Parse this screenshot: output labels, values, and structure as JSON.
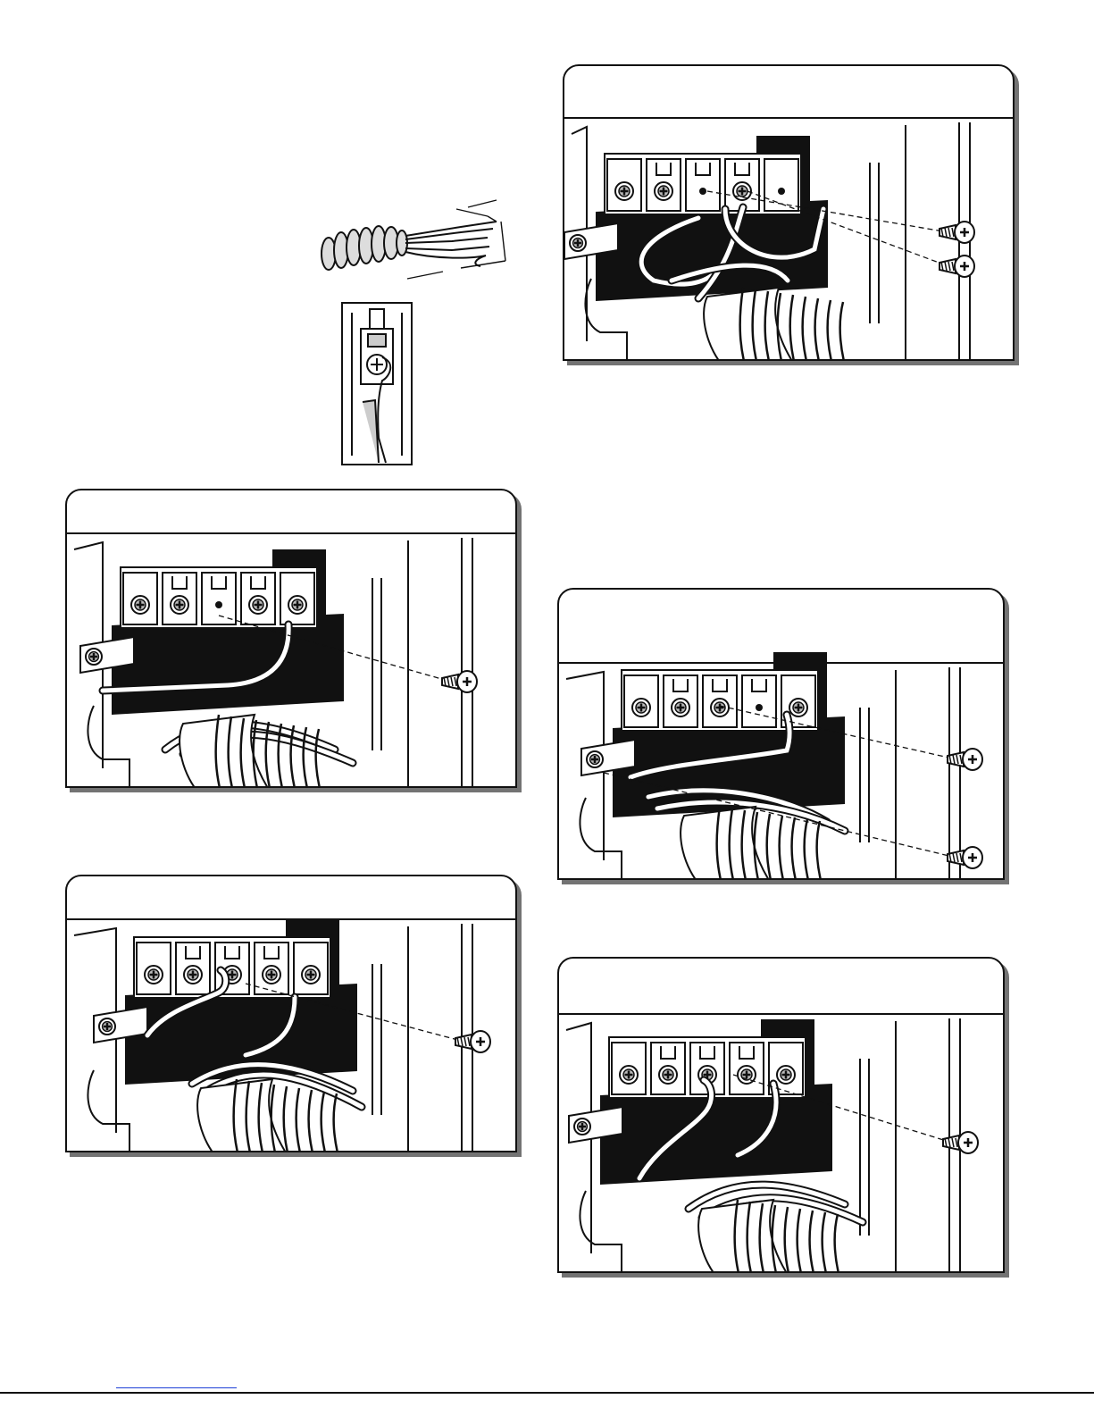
{
  "page": {
    "background": "#ffffff",
    "ink": "#111111",
    "link_color": "#1d3fd6"
  },
  "figures": [
    {
      "id": "fig-a",
      "icon": "terminal-block-two-screws-icon"
    },
    {
      "id": "fig-b",
      "icon": "terminal-block-one-screw-icon"
    },
    {
      "id": "fig-c",
      "icon": "terminal-block-loop-icon"
    },
    {
      "id": "fig-d",
      "icon": "terminal-block-ground-screw-icon"
    },
    {
      "id": "fig-e",
      "icon": "terminal-block-loop-icon"
    }
  ],
  "details": {
    "wire_strip": {
      "icon": "stripped-wire-icon"
    },
    "terminal_hook": {
      "icon": "terminal-hook-icon"
    }
  },
  "footer": {
    "link_text": ""
  }
}
